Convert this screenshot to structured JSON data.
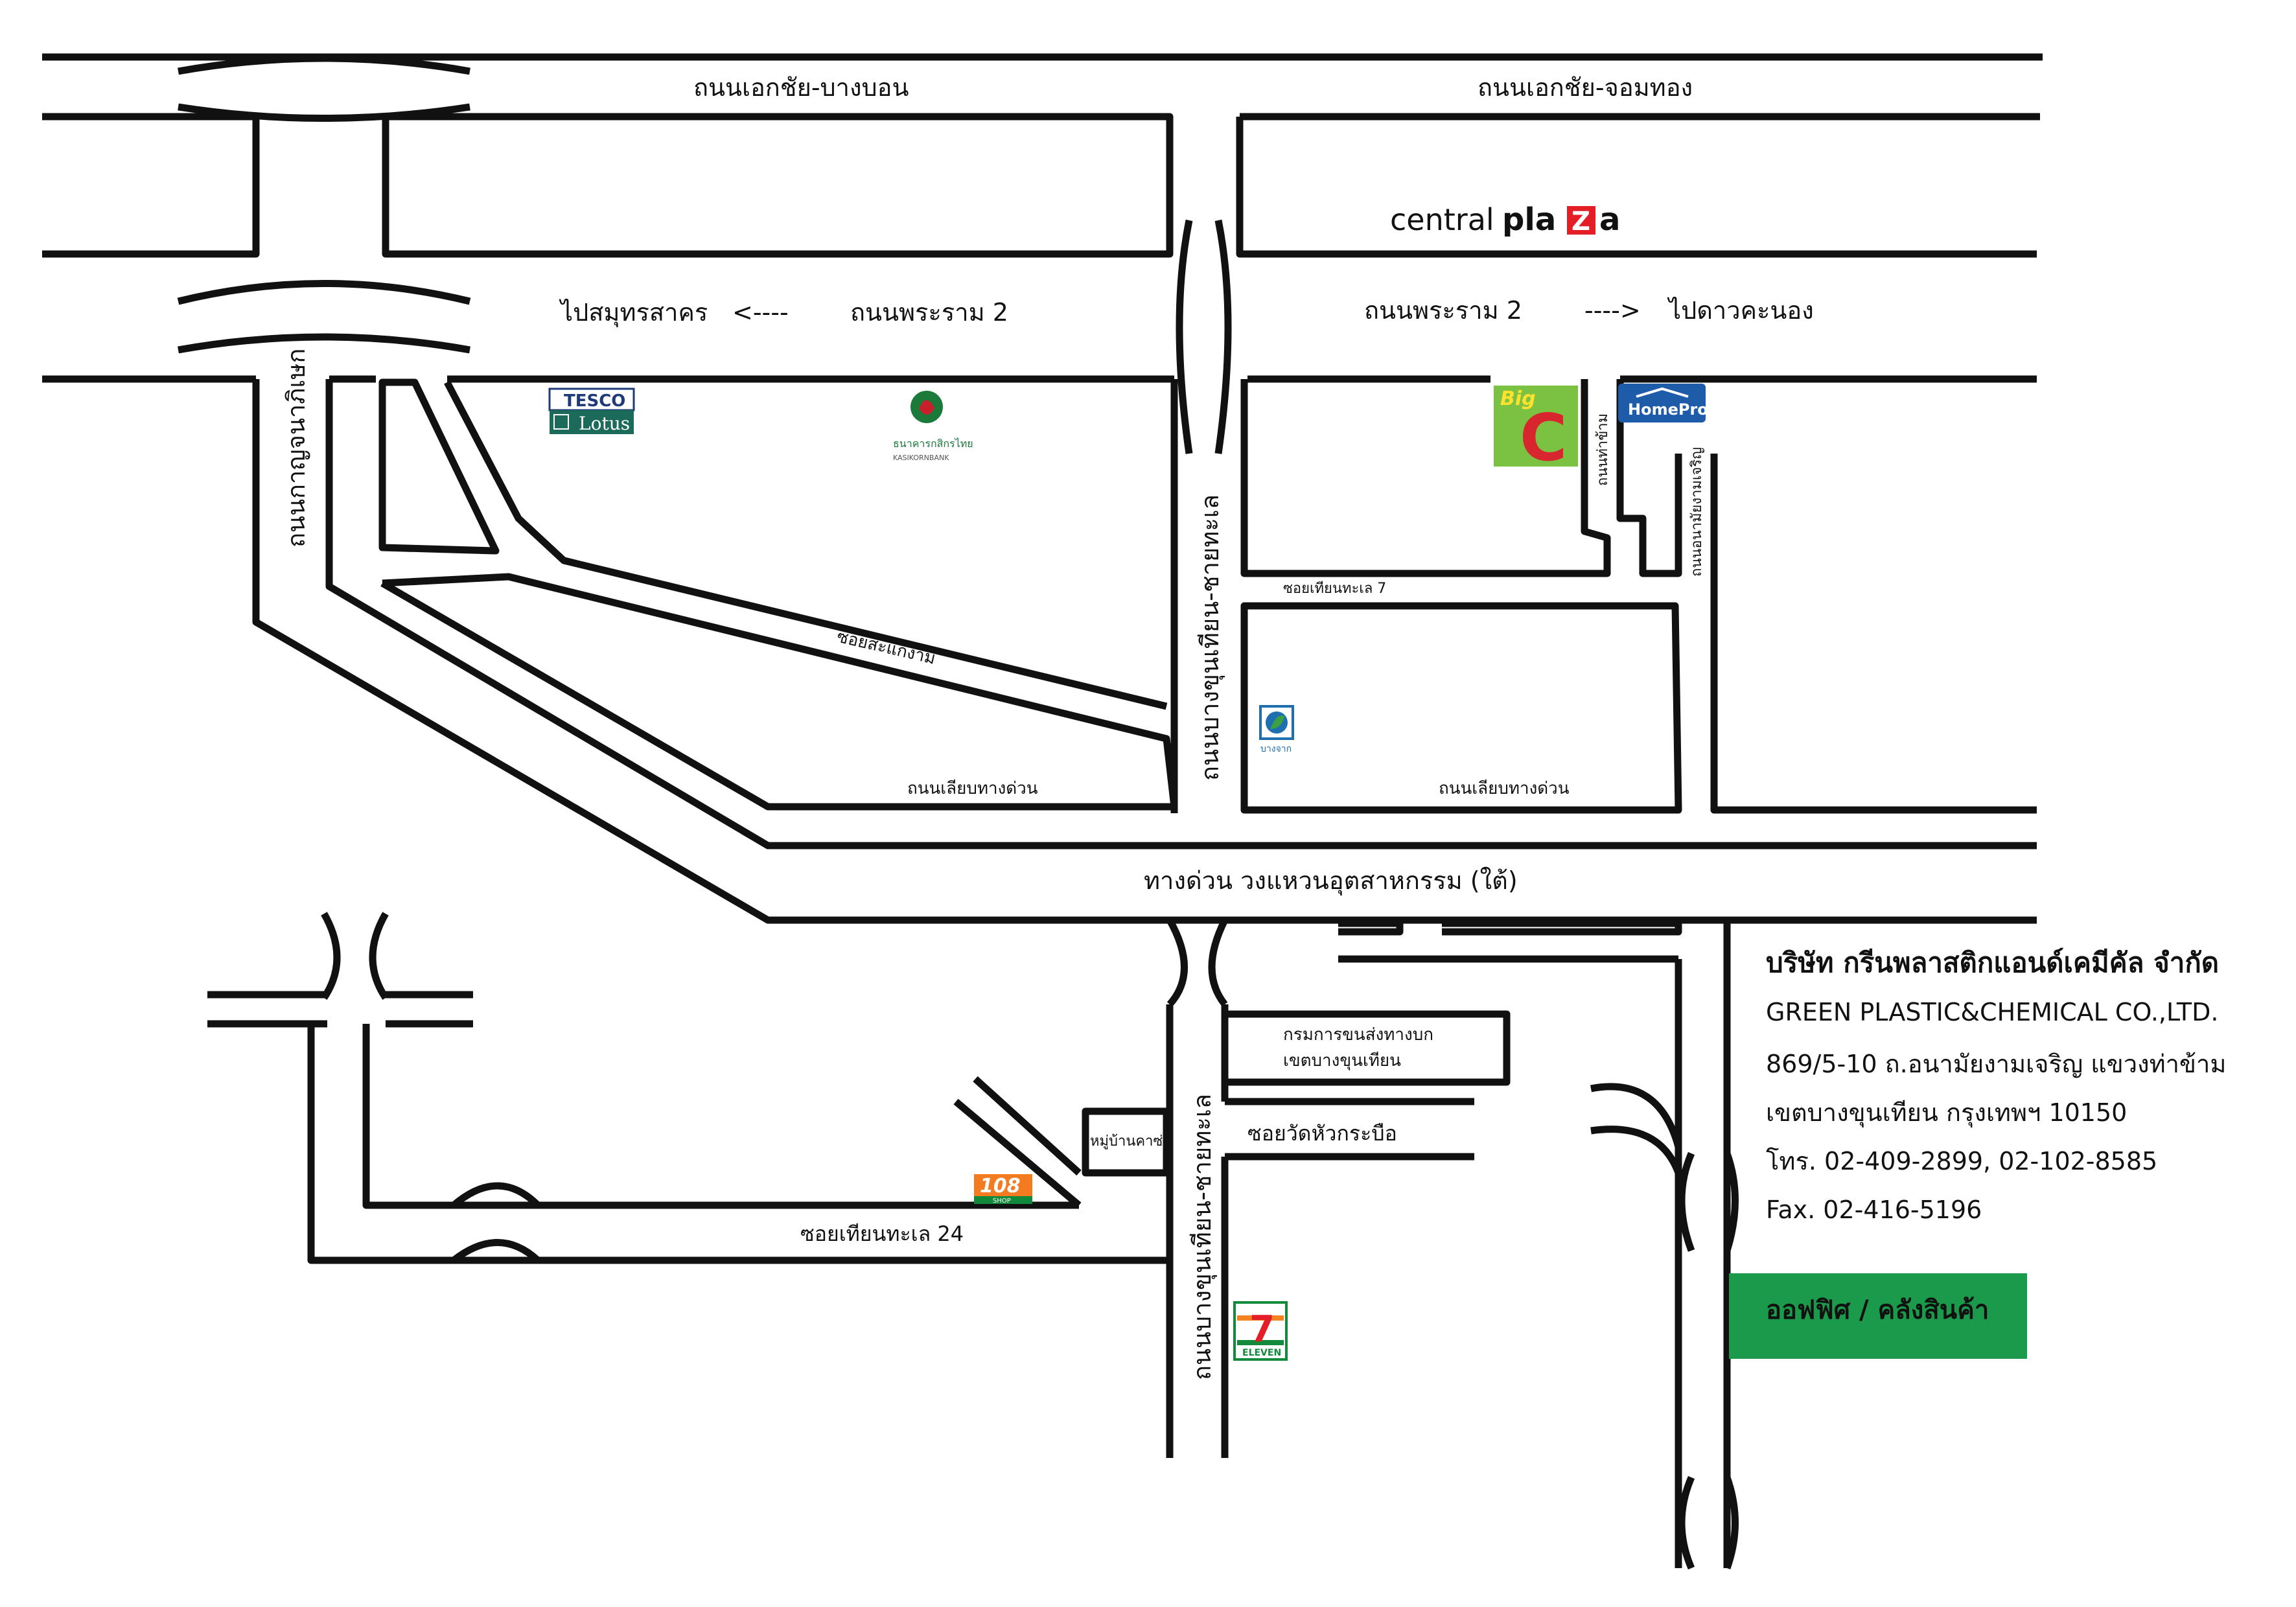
{
  "roads": {
    "ekkachai_bangbon": "ถนนเอกชัย-บางบอน",
    "ekkachai_chomthong": "ถนนเอกชัย-จอมทอง",
    "to_samut_sakhon": "ไปสมุทรสาคร",
    "arrow_left": "<----",
    "rama2_left": "ถนนพระราม 2",
    "rama2_right": "ถนนพระราม 2",
    "arrow_right": "---->",
    "to_dao_khanong": "ไปดาวคะนอง",
    "kanchanaphisek": "ถนนกาญจนาภิเษก",
    "bangkhunthian_upper": "ถนนบางขุนเทียน-ชายทะเล",
    "bangkhunthian_lower": "ถนนบางขุนเทียน-ชายทะเล",
    "soi_sakaengam": "ซอยสะแกงาม",
    "frontage_left": "ถนนเลียบทางด่วน",
    "frontage_right": "ถนนเลียบทางด่วน",
    "soi_tienthale_7": "ซอยเทียนทะเล 7",
    "thanon_tha_kham": "ถนนท่าข้าม",
    "anamai": "ถนนอนามัยงามเจริญ",
    "expressway": "ทางด่วน วงแหวนอุตสาหกรรม (ใต้)",
    "soi_wat_huakrabue": "ซอยวัดหัวกระบือ",
    "soi_tienthale_24": "ซอยเทียนทะเล 24"
  },
  "places": {
    "dlt_line1": "กรมการขนส่งทางบก",
    "dlt_line2": "เขตบางขุนเทียน",
    "village": "หมู่บ้านคาซ่า"
  },
  "landmarks": {
    "central_a": "central",
    "central_b": "pla",
    "central_c": "a",
    "central_z": "Z",
    "tesco_top": "TESCO",
    "tesco_bottom": "Lotus",
    "kbank": "ธนาคารกสิกรไทย",
    "kbank_sub": "KASIKORNBANK",
    "bigc_a": "Big",
    "bigc_b": "C",
    "homepro": "HomePro",
    "bangchak": "บางจาก",
    "shop108": "108",
    "shop108_sub": "SHOP",
    "seven_num": "7",
    "seven_word": "ELEVEN"
  },
  "company": {
    "name_th": "บริษัท กรีนพลาสติกแอนด์เคมีคัล จำกัด",
    "name_en": "GREEN PLASTIC&CHEMICAL CO.,LTD.",
    "address1": "869/5-10 ถ.อนามัยงามเจริญ แขวงท่าข้าม",
    "address2": "เขตบางขุนเทียน กรุงเทพฯ 10150",
    "phone": "โทร. 02-409-2899, 02-102-8585",
    "fax": "Fax. 02-416-5196"
  },
  "office_box": {
    "label": "ออฟฟิศ / คลังสินค้า",
    "color": "#1a9a4a"
  },
  "colors": {
    "road": "#111111",
    "tesco_blue": "#1f3a78",
    "tesco_green": "#1c6b5a",
    "kbank_green": "#1b7a3a",
    "kbank_red": "#c8202a",
    "bigc_green": "#7cc242",
    "bigc_red": "#d7262e",
    "homepro_blue": "#1e5ba8",
    "bangchak_blue": "#1e6fb0",
    "bangchak_green": "#3aa043",
    "shop108_orange": "#f47b20",
    "seven_green": "#128a3c",
    "seven_orange": "#f58220",
    "seven_red": "#e31e26",
    "central_red": "#e31e26"
  }
}
